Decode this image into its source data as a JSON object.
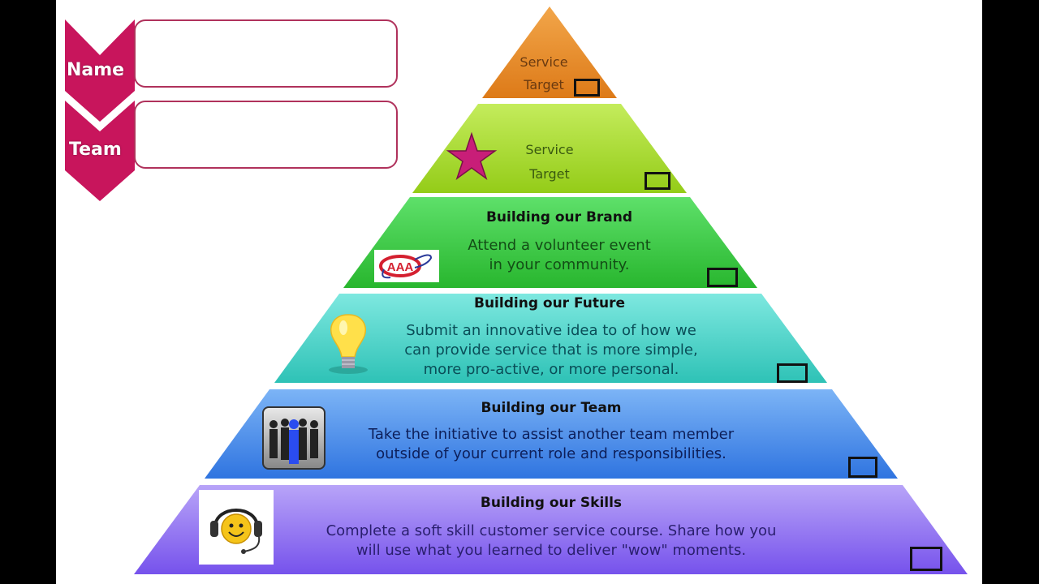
{
  "colors": {
    "chevron": "#c8155c",
    "field_border": "#b0325c",
    "orange": "#e88a2a",
    "lime": "#a5d92a",
    "green": "#3cc845",
    "teal": "#3fcfc4",
    "blue": "#4a8fe8",
    "purple": "#8a6cf0"
  },
  "form": {
    "name_label": "Name",
    "team_label": "Team",
    "name_value": "",
    "team_value": ""
  },
  "pyramid": {
    "levels": [
      {
        "id": "service-target-top",
        "title": "",
        "line1": "Service",
        "line2": "Target",
        "icon": "none"
      },
      {
        "id": "service-target",
        "title": "",
        "line1": "Service",
        "line2": "Target",
        "icon": "star-icon"
      },
      {
        "id": "brand",
        "title": "Building our Brand",
        "line1": "Attend a volunteer event",
        "line2": "in your community.",
        "icon": "aaa-logo-icon"
      },
      {
        "id": "future",
        "title": "Building our Future",
        "line1": "Submit an innovative idea to of how we",
        "line2": "can provide service that is more simple,",
        "line3": "more pro-active, or more personal.",
        "icon": "lightbulb-icon"
      },
      {
        "id": "team",
        "title": "Building our Team",
        "line1": "Take the initiative to assist another team member",
        "line2": "outside of your current role and responsibilities.",
        "icon": "team-people-icon"
      },
      {
        "id": "skills",
        "title": "Building our Skills",
        "line1": "Complete a soft skill customer service course.  Share how you",
        "line2": "will use what you learned to deliver \"wow\" moments.",
        "icon": "headset-smiley-icon"
      }
    ]
  }
}
